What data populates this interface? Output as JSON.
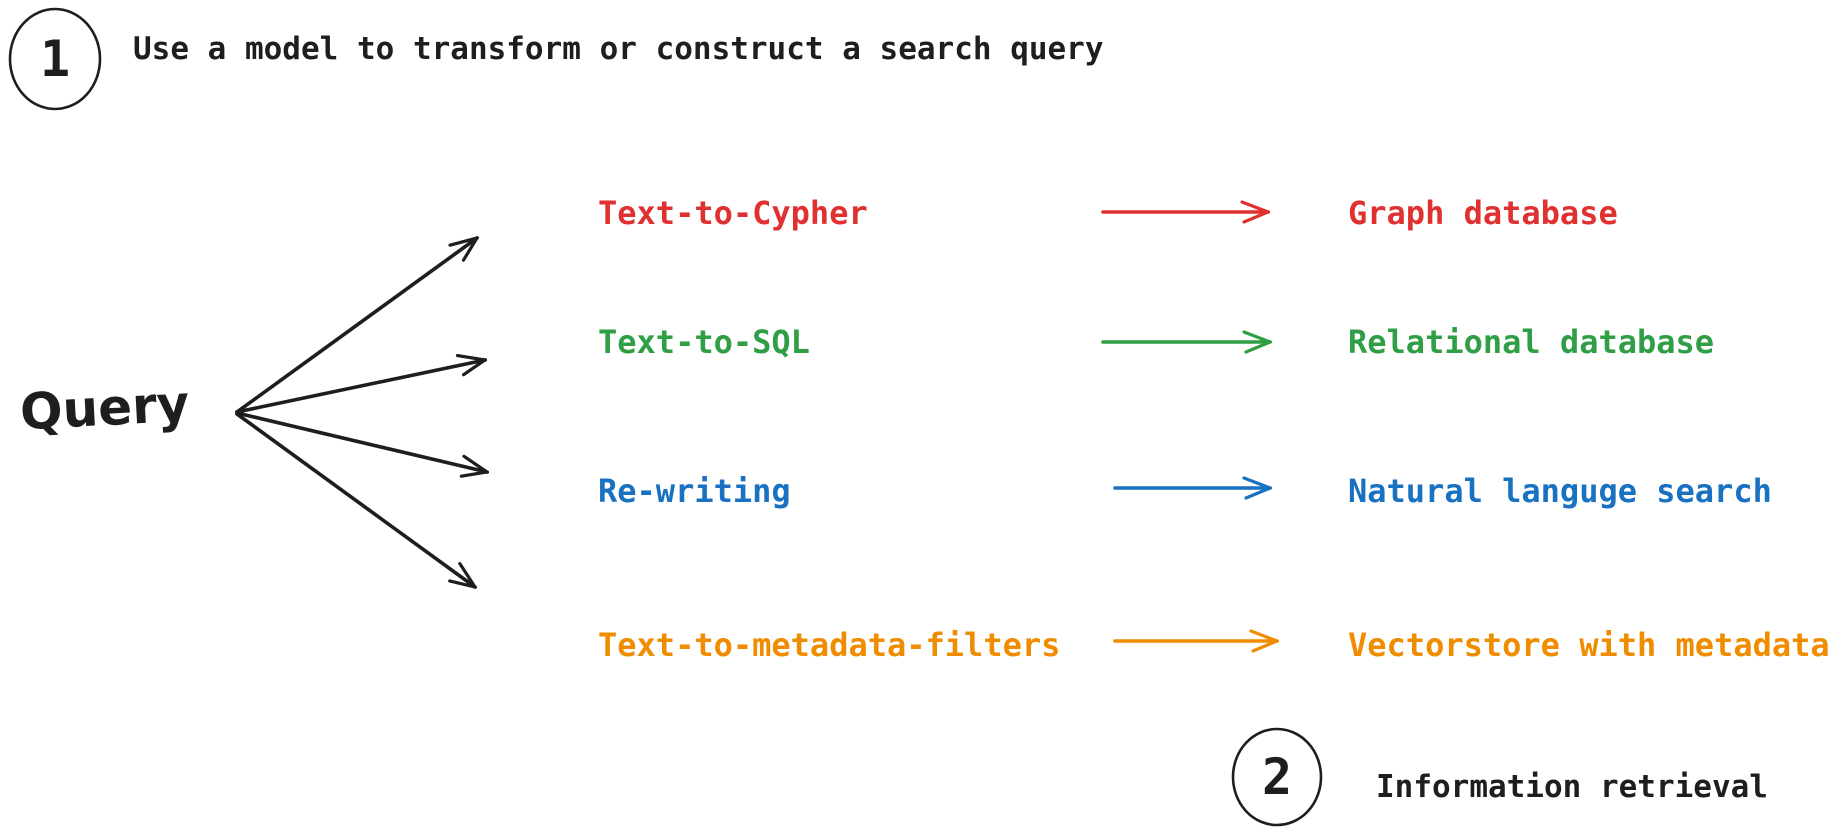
{
  "background": "#ffffff",
  "ink_color": "#1e1e1e",
  "step1": {
    "number": "1",
    "label": "Use a model to transform or construct a search query"
  },
  "step2": {
    "number": "2",
    "label": "Information retrieval"
  },
  "source": {
    "label": "Query"
  },
  "rows": [
    {
      "method": "Text-to-Cypher",
      "target": "Graph database",
      "color": "#e03131"
    },
    {
      "method": "Text-to-SQL",
      "target": "Relational database",
      "color": "#2f9e44"
    },
    {
      "method": "Re-writing",
      "target": "Natural languge search",
      "color": "#1971c2"
    },
    {
      "method": "Text-to-metadata-filters",
      "target": "Vectorstore with metadata",
      "color": "#f08c00"
    }
  ]
}
